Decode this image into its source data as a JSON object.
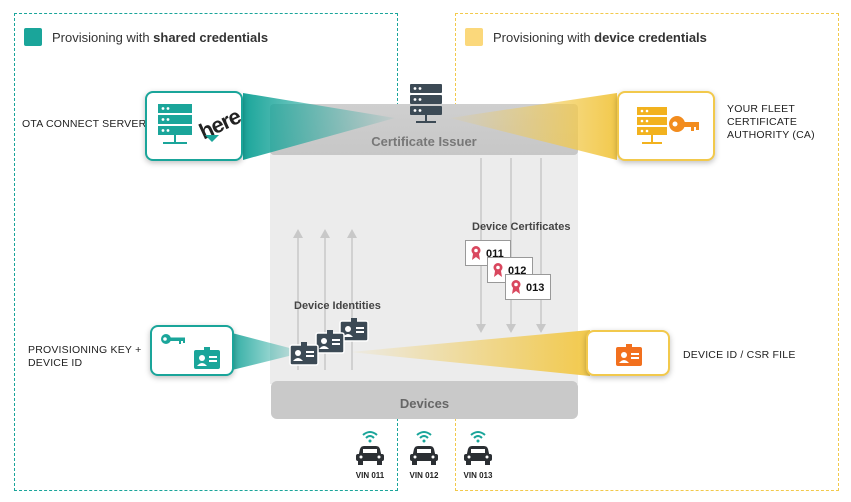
{
  "legend": {
    "shared": {
      "prefix": "Provisioning with ",
      "bold": "shared credentials",
      "color": "#1aa59a"
    },
    "device": {
      "prefix": "Provisioning with ",
      "bold": "device credentials",
      "color": "#fbd87b"
    }
  },
  "left_labels": {
    "ota": "OTA CONNECT SERVER",
    "prov_key_line1": "PROVISIONING KEY +",
    "prov_key_line2": "DEVICE ID"
  },
  "right_labels": {
    "fleet_line1": "YOUR FLEET",
    "fleet_line2": "CERTIFICATE",
    "fleet_line3": "AUTHORITY (CA)",
    "device_id": "DEVICE ID / CSR FILE"
  },
  "center": {
    "issuer": "Certificate Issuer",
    "devices": "Devices",
    "device_identities": "Device Identities",
    "device_certificates": "Device Certificates",
    "certs": [
      "011",
      "012",
      "013"
    ]
  },
  "logo_text": "here",
  "vehicles": [
    "VIN 011",
    "VIN 012",
    "VIN 013"
  ],
  "colors": {
    "teal": "#1aa59a",
    "yellow": "#f2c94c",
    "orange": "#f28c1e",
    "red_seal": "#d9475e"
  }
}
